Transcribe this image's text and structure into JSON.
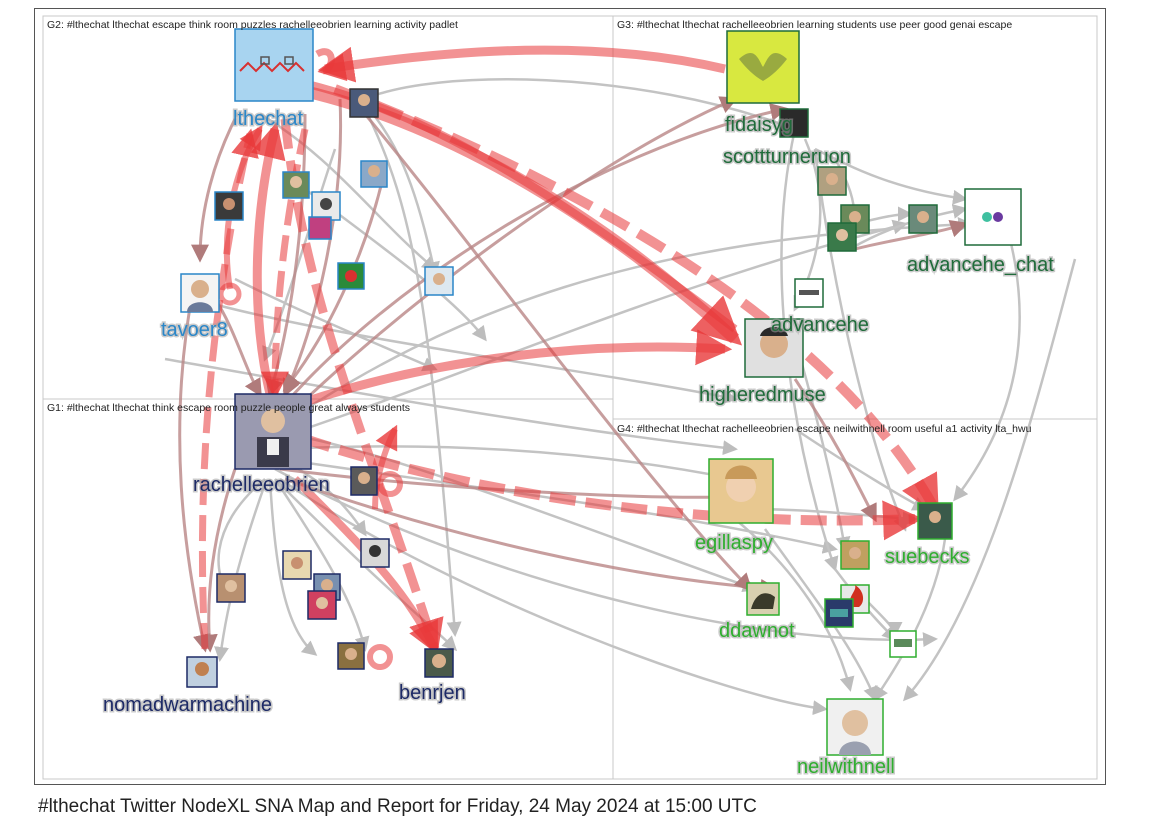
{
  "groups": [
    {
      "id": "G1",
      "title": "G1: #lthechat lthechat think escape room puzzle people great always students"
    },
    {
      "id": "G2",
      "title": "G2: #lthechat lthechat escape think room puzzles rachelleeobrien learning activity padlet"
    },
    {
      "id": "G3",
      "title": "G3: #lthechat lthechat rachelleeobrien learning students use peer good genai escape"
    },
    {
      "id": "G4",
      "title": "G4: #lthechat lthechat rachelleeobrien escape neilwithnell room useful a1 activity lta_hwu"
    }
  ],
  "nodes": [
    {
      "id": "lthechat",
      "label": "lthechat",
      "color": "#2a86c8",
      "icon": "lthechat-banner-avatar"
    },
    {
      "id": "tavoer8",
      "label": "tavoer8",
      "color": "#2a86c8",
      "icon": "person-avatar"
    },
    {
      "id": "rachelleeobrien",
      "label": "rachelleeobrien",
      "color": "#1d2a66",
      "icon": "person-avatar"
    },
    {
      "id": "nomadwarmachine",
      "label": "nomadwarmachine",
      "color": "#1d2a66",
      "icon": "person-avatar"
    },
    {
      "id": "benrjen",
      "label": "benrjen",
      "color": "#1d2a66",
      "icon": "person-avatar"
    },
    {
      "id": "fidaisyg",
      "label": "fidaisyg",
      "color": "#1f6b3a",
      "icon": "moth-avatar"
    },
    {
      "id": "scottturneruon",
      "label": "scottturneruon",
      "color": "#1f6b3a",
      "icon": "person-avatar"
    },
    {
      "id": "advancehe_chat",
      "label": "advancehe_chat",
      "color": "#1f6b3a",
      "icon": "dots-logo-avatar"
    },
    {
      "id": "advancehe",
      "label": "advancehe",
      "color": "#1f6b3a",
      "icon": "advance-he-logo"
    },
    {
      "id": "higheredmuse",
      "label": "higheredmuse",
      "color": "#1f6b3a",
      "icon": "person-avatar"
    },
    {
      "id": "egillaspy",
      "label": "egillaspy",
      "color": "#2fae2f",
      "icon": "person-avatar"
    },
    {
      "id": "suebecks",
      "label": "suebecks",
      "color": "#2fae2f",
      "icon": "person-avatar"
    },
    {
      "id": "ddawnot",
      "label": "ddawnot",
      "color": "#2fae2f",
      "icon": "dog-avatar"
    },
    {
      "id": "neilwithnell",
      "label": "neilwithnell",
      "color": "#2fae2f",
      "icon": "person-avatar"
    }
  ],
  "caption": "#lthechat Twitter NodeXL SNA Map and Report for Friday, 24 May 2024 at 15:00 UTC"
}
